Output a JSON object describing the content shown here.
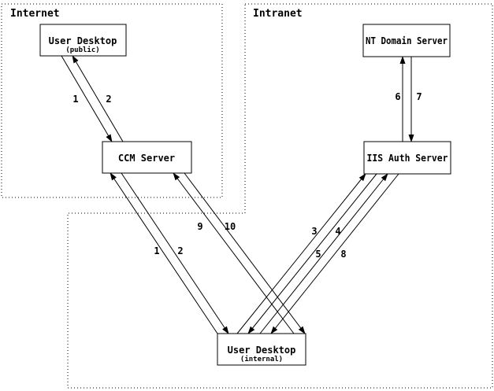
{
  "diagram": {
    "title": "network-authentication-flow-diagram",
    "colors": {
      "background": "#ffffff",
      "line": "#000000",
      "text": "#000000"
    },
    "regions": {
      "internet": {
        "label": "Internet"
      },
      "intranet": {
        "label": "Intranet"
      }
    },
    "nodes": {
      "user_desktop_public": {
        "title": "User Desktop",
        "subtitle": "(public)"
      },
      "nt_domain_server": {
        "title": "NT Domain Server",
        "subtitle": ""
      },
      "ccm_server": {
        "title": "CCM Server",
        "subtitle": ""
      },
      "iis_auth_server": {
        "title": "IIS Auth Server",
        "subtitle": ""
      },
      "user_desktop_internal": {
        "title": "User Desktop",
        "subtitle": "(internal)"
      }
    },
    "edges": [
      {
        "label": "1",
        "from": "user-desktop-public",
        "to": "ccm-server"
      },
      {
        "label": "2",
        "from": "ccm-server",
        "to": "user-desktop-public"
      },
      {
        "label": "1",
        "from": "user-desktop-internal",
        "to": "ccm-server"
      },
      {
        "label": "2",
        "from": "ccm-server",
        "to": "user-desktop-internal"
      },
      {
        "label": "9",
        "from": "user-desktop-internal",
        "to": "ccm-server"
      },
      {
        "label": "10",
        "from": "ccm-server",
        "to": "user-desktop-internal"
      },
      {
        "label": "3",
        "from": "user-desktop-internal",
        "to": "iis-auth-server"
      },
      {
        "label": "4",
        "from": "iis-auth-server",
        "to": "user-desktop-internal"
      },
      {
        "label": "5",
        "from": "user-desktop-internal",
        "to": "iis-auth-server"
      },
      {
        "label": "8",
        "from": "iis-auth-server",
        "to": "user-desktop-internal"
      },
      {
        "label": "6",
        "from": "iis-auth-server",
        "to": "nt-domain-server"
      },
      {
        "label": "7",
        "from": "nt-domain-server",
        "to": "iis-auth-server"
      }
    ]
  }
}
